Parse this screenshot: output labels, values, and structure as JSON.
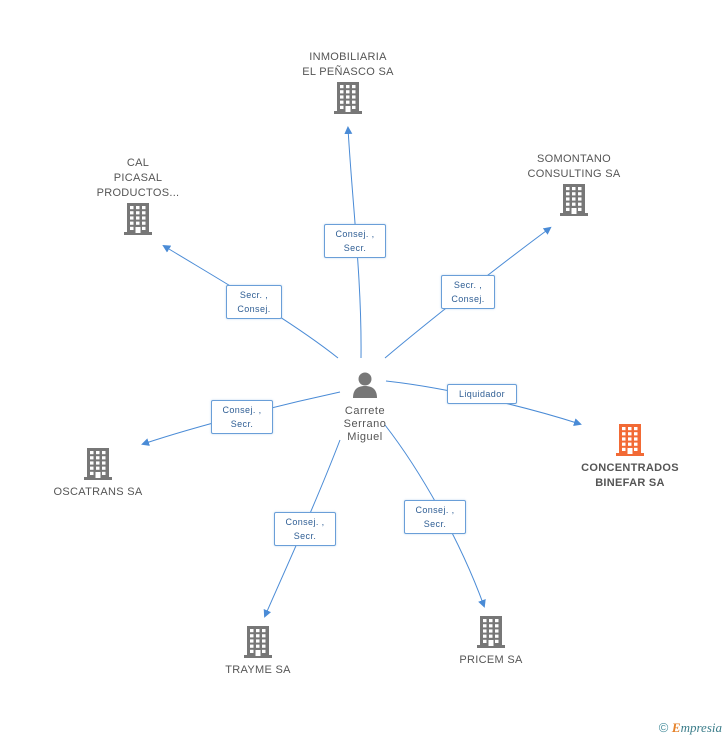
{
  "center": {
    "name": "Carrete\nSerrano\nMiguel",
    "icon": "person-icon"
  },
  "companies": [
    {
      "id": "inmobiliaria",
      "name": "INMOBILIARIA\nEL PEÑASCO SA",
      "highlight": false
    },
    {
      "id": "cal",
      "name": "CAL\nPICASAL\nPRODUCTOS...",
      "highlight": false
    },
    {
      "id": "somontano",
      "name": "SOMONTANO\nCONSULTING SA",
      "highlight": false
    },
    {
      "id": "oscatrans",
      "name": "OSCATRANS SA",
      "highlight": false
    },
    {
      "id": "concentrados",
      "name": "CONCENTRADOS\nBINEFAR SA",
      "highlight": true
    },
    {
      "id": "trayme",
      "name": "TRAYME SA",
      "highlight": false
    },
    {
      "id": "pricem",
      "name": "PRICEM SA",
      "highlight": false
    }
  ],
  "relations": [
    {
      "target": "inmobiliaria",
      "label": "Consej. ,\nSecr."
    },
    {
      "target": "cal",
      "label": "Secr. ,\nConsej."
    },
    {
      "target": "somontano",
      "label": "Secr. ,\nConsej."
    },
    {
      "target": "oscatrans",
      "label": "Consej. ,\nSecr."
    },
    {
      "target": "concentrados",
      "label": "Liquidador"
    },
    {
      "target": "trayme",
      "label": "Consej. ,\nSecr."
    },
    {
      "target": "pricem",
      "label": "Consej. ,\nSecr."
    }
  ],
  "colors": {
    "edge": "#4a8bd6",
    "building": "#777777",
    "building_highlight": "#f26a35",
    "label_border": "#6a9fd8"
  },
  "footer": {
    "copyright": "©",
    "brand_e": "E",
    "brand_rest": "mpresia"
  }
}
